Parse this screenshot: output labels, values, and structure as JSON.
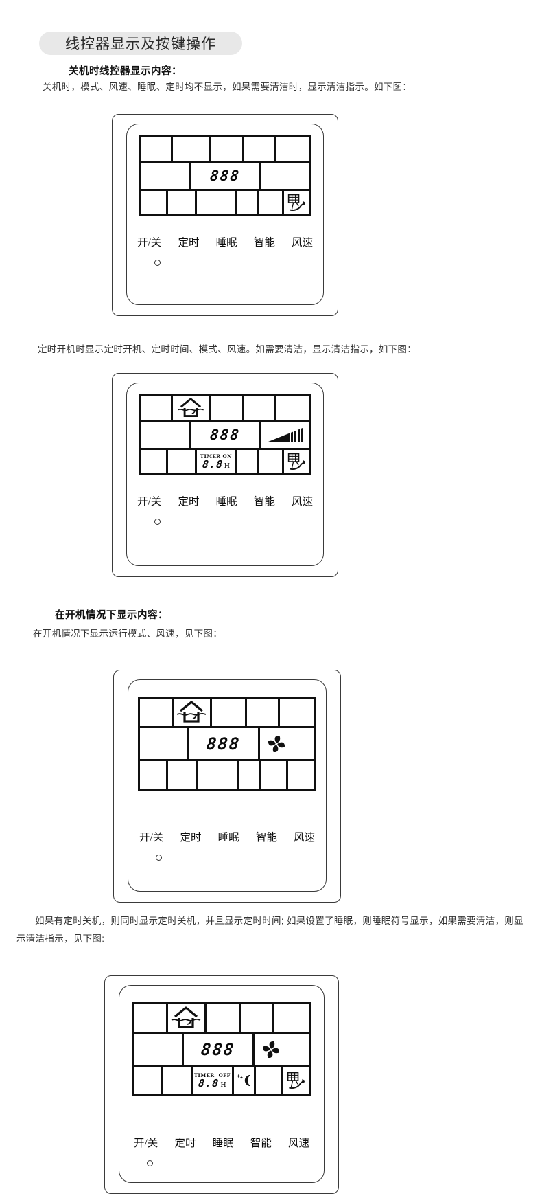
{
  "document": {
    "title": "线控器显示及按键操作",
    "off_heading": "关机时线控器显示内容：",
    "off_body": "关机时，模式、风速、睡眠、定时均不显示，如果需要清洁时，显示清洁指示。如下图：",
    "timer_on_body": "定时开机时显示定时开机、定时时间、模式、风速。如需要清洁，显示清洁指示，如下图：",
    "on_heading": "在开机情况下显示内容：",
    "on_body": "在开机情况下显示运行模式、风速，见下图：",
    "timer_off_body": "如果有定时关机，则同时显示定时关机，并且显示定时时间; 如果设置了睡眠，则睡眠符号显示，如果需要清洁，则显示清洁指示，见下图:"
  },
  "controller": {
    "buttons": [
      "开/关",
      "定时",
      "睡眠",
      "智能",
      "风速"
    ],
    "display_digits": "888",
    "timer_hours": "8.8",
    "timer_unit": "H",
    "icons": {
      "mode": "house-mode-icon",
      "fan_speed_bars": "fan-speed-ramp-icon",
      "fan_running": "fan-pinwheel-icon",
      "sleep": "sleep-moon-icon",
      "clean": "clean-filter-icon"
    },
    "colors": {
      "line": "#3a3a3a",
      "segment": "#101010",
      "pill_bg": "#e8e8e8"
    }
  },
  "diagrams": [
    {
      "name": "power-off-with-clean",
      "timer_label": ""
    },
    {
      "name": "timer-on",
      "timer_label": "TIMER ON"
    },
    {
      "name": "power-on",
      "timer_label": ""
    },
    {
      "name": "timer-off-sleep-clean",
      "timer_label": "TIMER  OFF"
    }
  ]
}
